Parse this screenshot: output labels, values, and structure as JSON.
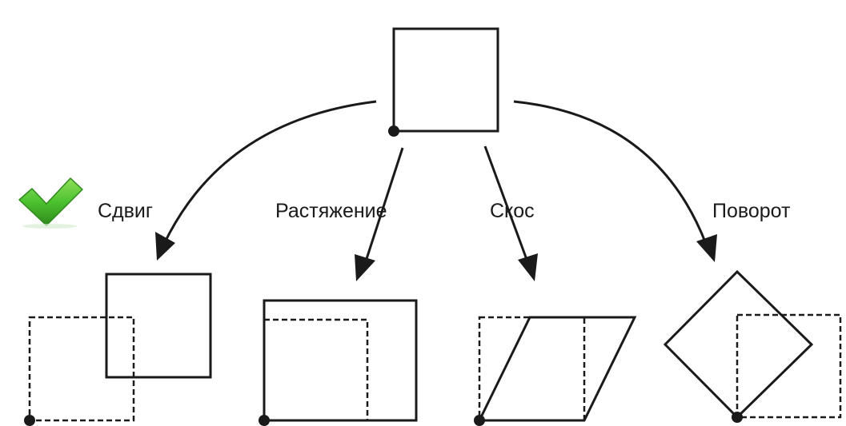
{
  "labels": {
    "translate": "Сдвиг",
    "stretch": "Растяжение",
    "skew": "Скос",
    "rotate": "Поворот"
  },
  "status": {
    "checkmark_icon": "checkmark-icon",
    "checked_transform": "translate"
  },
  "colors": {
    "stroke": "#1a1a1a",
    "check_green": "#4cc230",
    "check_dark": "#2f8a1c"
  }
}
